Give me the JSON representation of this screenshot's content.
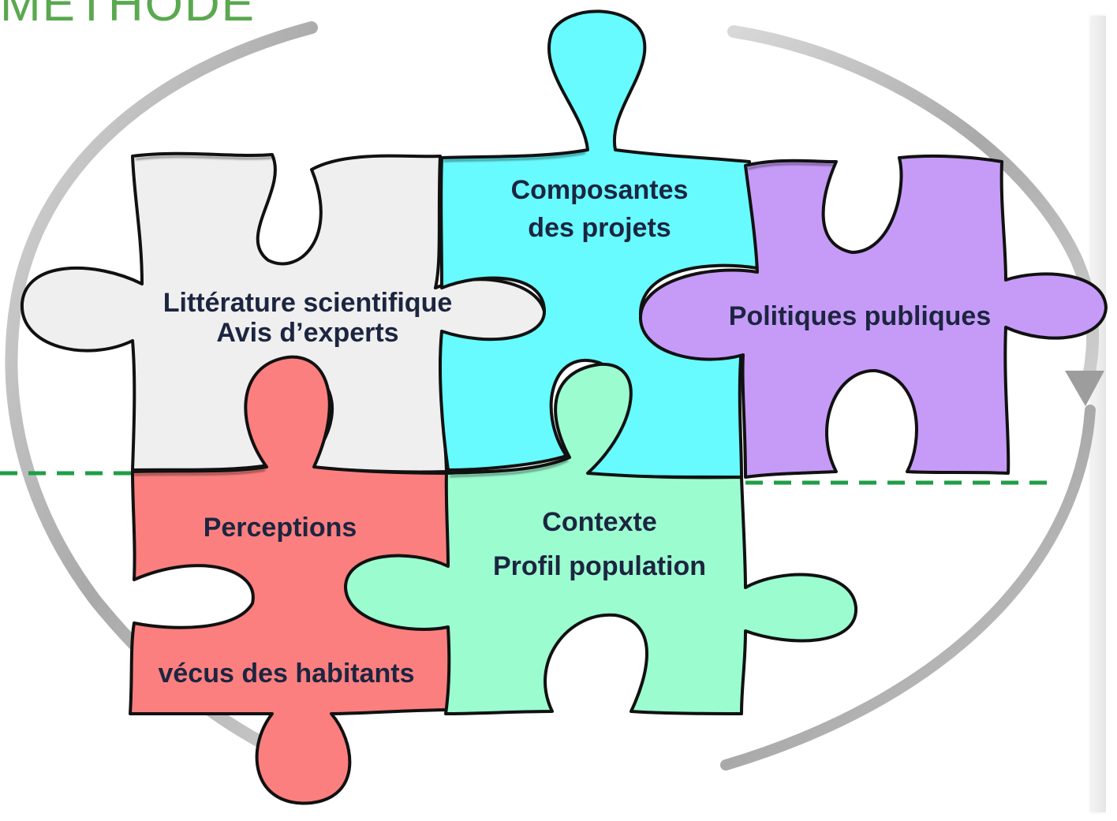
{
  "heading": "MÉTHODE",
  "pieces": {
    "literature": {
      "line1": "Littérature scientifique",
      "line2": "Avis d’experts",
      "color": "#efefef"
    },
    "components": {
      "line1": "Composantes",
      "line2": "des projets",
      "color": "#67fbff"
    },
    "policies": {
      "line1": "Politiques publiques",
      "color": "#c69bf8"
    },
    "perceptions": {
      "line1": "Perceptions",
      "line2": "vécus des habitants",
      "color": "#fb7f7f"
    },
    "context": {
      "line1": "Contexte",
      "line2": "Profil population",
      "color": "#9bfcd0"
    }
  },
  "accents": {
    "divider": "#1e9e46",
    "cycle_arrow": "#b9b9b9"
  }
}
